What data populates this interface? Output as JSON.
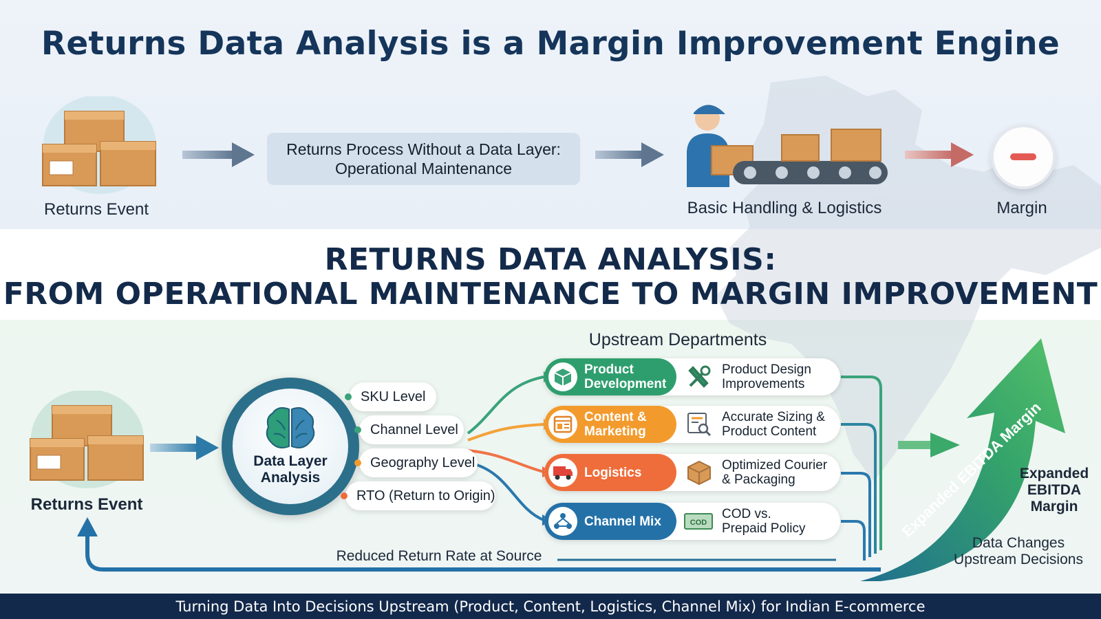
{
  "title": "Returns Data Analysis is a Margin Improvement Engine",
  "top_flow": {
    "returns_event": "Returns Event",
    "process_line1": "Returns Process Without a Data Layer:",
    "process_line2": "Operational Maintenance",
    "handling": "Basic Handling & Logistics",
    "margin": "Margin"
  },
  "section_title_line1": "RETURNS DATA ANALYSIS:",
  "section_title_line2": "FROM OPERATIONAL MAINTENANCE TO MARGIN IMPROVEMENT",
  "bottom_flow": {
    "returns_event": "Returns Event",
    "hub_line1": "Data Layer",
    "hub_line2": "Analysis",
    "levels": [
      "SKU Level",
      "Channel Level",
      "Geography Level",
      "RTO (Return to Origin)"
    ],
    "upstream_title": "Upstream Departments",
    "departments": [
      {
        "chip_line1": "Product",
        "chip_line2": "Development",
        "outcome_line1": "Product Design",
        "outcome_line2": "Improvements",
        "color": "#2f9e6e",
        "icon": "box-3d-icon",
        "outcome_icon": "tools-icon"
      },
      {
        "chip_line1": "Content &",
        "chip_line2": "Marketing",
        "outcome_line1": "Accurate Sizing &",
        "outcome_line2": "Product Content",
        "color": "#f39a2c",
        "icon": "web-page-icon",
        "outcome_icon": "magnifier-document-icon"
      },
      {
        "chip_line1": "Logistics",
        "chip_line2": "",
        "outcome_line1": "Optimized Courier",
        "outcome_line2": "& Packaging",
        "color": "#ef6d3a",
        "icon": "truck-icon",
        "outcome_icon": "package-icon"
      },
      {
        "chip_line1": "Channel Mix",
        "chip_line2": "",
        "outcome_line1": "COD vs.",
        "outcome_line2": "Prepaid Policy",
        "color": "#2471a8",
        "icon": "network-icon",
        "outcome_icon": "cash-icon"
      }
    ],
    "cash_note": "COD",
    "reduced_return": "Reduced Return Rate at Source",
    "arrow_label": "Expanded EBITDA Margin",
    "ebitda_line1": "Expanded",
    "ebitda_line2": "EBITDA",
    "ebitda_line3": "Margin",
    "data_changes_line1": "Data Changes",
    "data_changes_line2": "Upstream Decisions"
  },
  "footer": "Turning Data Into Decisions Upstream (Product, Content, Logistics, Channel Mix) for Indian E-commerce",
  "colors": {
    "navy": "#15355a",
    "green": "#2f9e6e",
    "orange": "#f39a2c",
    "red_orange": "#ef6d3a",
    "blue": "#2471a8",
    "minus_red": "#e35a54"
  }
}
